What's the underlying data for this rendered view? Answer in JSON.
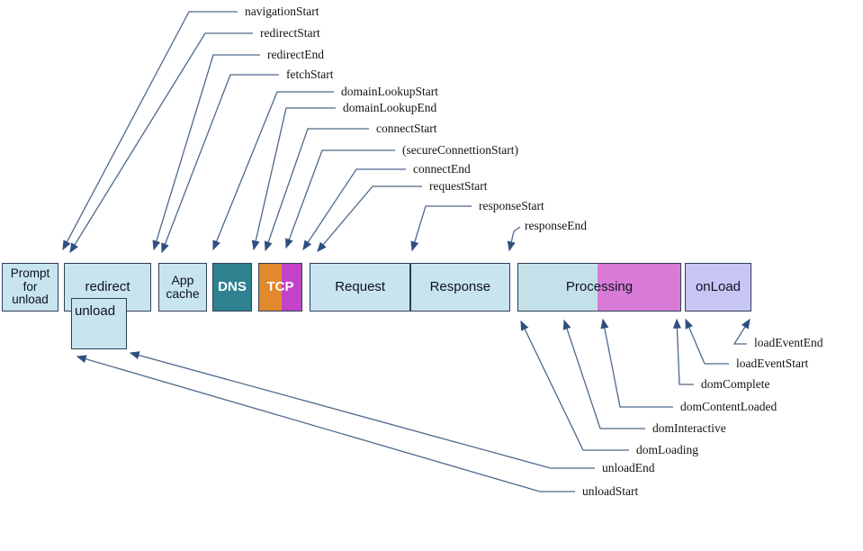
{
  "diagram": {
    "boxes": {
      "prompt": {
        "label": "Prompt\nfor\nunload"
      },
      "redirect": {
        "label": "redirect"
      },
      "unload": {
        "label": "unload"
      },
      "app_cache": {
        "label": "App\ncache"
      },
      "dns": {
        "label": "DNS"
      },
      "tcp": {
        "label": "TCP"
      },
      "request": {
        "label": "Request"
      },
      "response": {
        "label": "Response"
      },
      "processing": {
        "label": "Processing"
      },
      "onload": {
        "label": "onLoad"
      }
    },
    "top_labels": {
      "navigationStart": {
        "text": "navigationStart"
      },
      "redirectStart": {
        "text": "redirectStart"
      },
      "redirectEnd": {
        "text": "redirectEnd"
      },
      "fetchStart": {
        "text": "fetchStart"
      },
      "domainLookupStart": {
        "text": "domainLookupStart"
      },
      "domainLookupEnd": {
        "text": "domainLookupEnd"
      },
      "connectStart": {
        "text": "connectStart"
      },
      "secureConnectionStart": {
        "text": "(secureConnettionStart)"
      },
      "connectEnd": {
        "text": "connectEnd"
      },
      "requestStart": {
        "text": "requestStart"
      },
      "responseStart": {
        "text": "responseStart"
      },
      "responseEnd": {
        "text": "responseEnd"
      }
    },
    "bottom_labels": {
      "loadEventEnd": {
        "text": "loadEventEnd"
      },
      "loadEventStart": {
        "text": "loadEventStart"
      },
      "domComplete": {
        "text": "domComplete"
      },
      "domContentLoaded": {
        "text": "domContentLoaded"
      },
      "domInteractive": {
        "text": "domInteractive"
      },
      "domLoading": {
        "text": "domLoading"
      },
      "unloadEnd": {
        "text": "unloadEnd"
      },
      "unloadStart": {
        "text": "unloadStart"
      }
    },
    "colors": {
      "box_fill_blue": "#c8e4ef",
      "box_border": "#2f3e56",
      "dns_teal": "#2e8290",
      "tcp_orange": "#e0892d",
      "tcp_magenta": "#c243c8",
      "processing_orchid": "#d77bd7",
      "onload_lavender": "#c6c5f3",
      "line_color": "#4e688a",
      "arrow_color": "#2f4f7f",
      "label_text": "#141414"
    }
  }
}
